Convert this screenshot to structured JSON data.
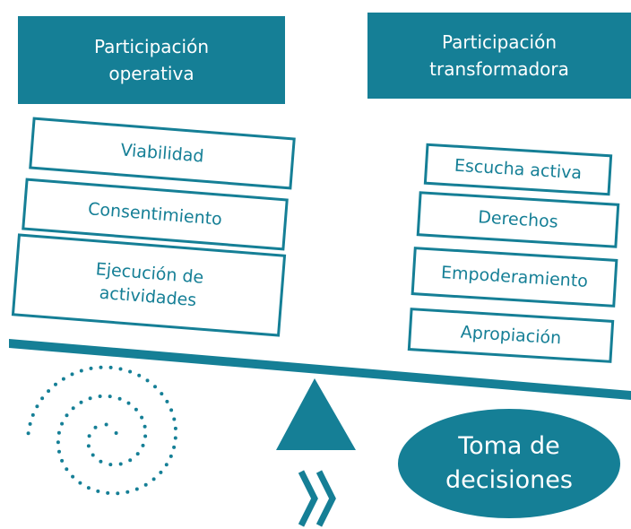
{
  "headers": {
    "left": [
      "Participación",
      "operativa"
    ],
    "right": [
      "Participación",
      "transformadora"
    ]
  },
  "left_items": [
    {
      "lines": [
        "Viabilidad"
      ]
    },
    {
      "lines": [
        "Consentimiento"
      ]
    },
    {
      "lines": [
        "Ejecución de",
        "actividades"
      ]
    }
  ],
  "right_items": [
    {
      "lines": [
        "Escucha activa"
      ]
    },
    {
      "lines": [
        "Derechos"
      ]
    },
    {
      "lines": [
        "Empoderamiento"
      ]
    },
    {
      "lines": [
        "Apropiación"
      ]
    }
  ],
  "outcome": [
    "Toma de",
    "decisiones"
  ],
  "colors": {
    "accent": "#157f96",
    "background": "#ffffff",
    "text_on_accent": "#ffffff"
  },
  "icons": [
    "spiral-dots-icon",
    "fulcrum-triangle-icon",
    "double-chevron-down-icon"
  ]
}
